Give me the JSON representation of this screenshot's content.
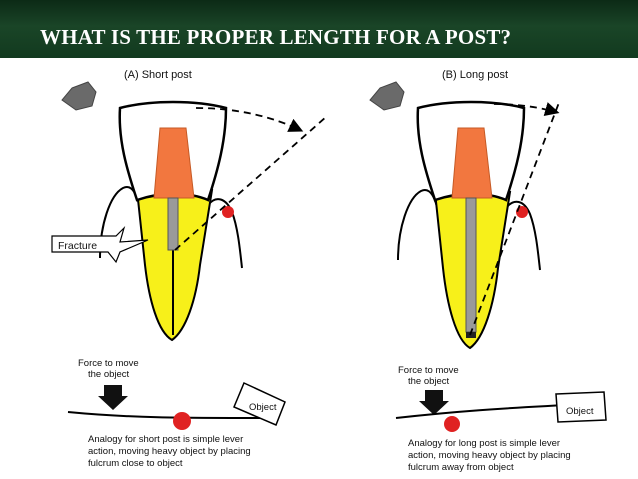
{
  "slide": {
    "title": "WHAT IS THE PROPER LENGTH FOR A POST?"
  },
  "panel_a": {
    "heading": "(A) Short post",
    "fracture_label": "Fracture",
    "force_label_1": "Force to move",
    "force_label_2": "the object",
    "object_label": "Object",
    "caption_1": "Analogy for short post is simple lever",
    "caption_2": "action, moving heavy object by placing",
    "caption_3": "fulcrum close to object"
  },
  "panel_b": {
    "heading": "(B) Long post",
    "force_label_1": "Force to move",
    "force_label_2": "the object",
    "object_label": "Object",
    "caption_1": "Analogy for long post is simple lever",
    "caption_2": "action, moving heavy object by placing",
    "caption_3": "fulcrum away from object"
  },
  "colors": {
    "root_yellow": "#f7f01a",
    "core_orange": "#f2773f",
    "post_gray": "#9a9a9a",
    "fulcrum_red": "#e02222",
    "banner_green": "#1a4527"
  }
}
